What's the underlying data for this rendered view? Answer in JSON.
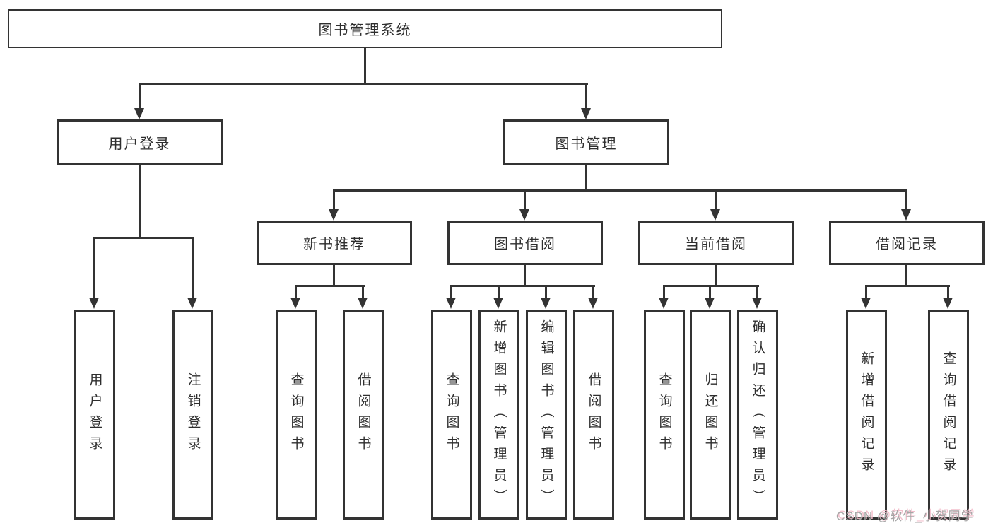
{
  "diagram": {
    "root": {
      "label": "图书管理系统"
    },
    "level1": [
      {
        "label": "用户登录"
      },
      {
        "label": "图书管理"
      }
    ],
    "level2": [
      {
        "label": "新书推荐"
      },
      {
        "label": "图书借阅"
      },
      {
        "label": "当前借阅"
      },
      {
        "label": "借阅记录"
      }
    ],
    "leaves": {
      "user_login": [
        "用户登录",
        "注销登录"
      ],
      "new_books": [
        "查询图书",
        "借阅图书"
      ],
      "book_borrow": [
        "查询图书",
        "新增图书（管理员）",
        "编辑图书（管理员）",
        "借阅图书"
      ],
      "current_borrow": [
        "查询图书",
        "归还图书",
        "确认归还（管理员）"
      ],
      "borrow_records": [
        "新增借阅记录",
        "查询借阅记录"
      ]
    },
    "colors": {
      "line": "#333333",
      "text": "#2e2e2e",
      "background": "#ffffff",
      "watermark_text": "#a6a6a6",
      "watermark_shadow": "#f2b8c6"
    }
  },
  "watermark": {
    "text": "CSDN @软件_小贺同学"
  }
}
